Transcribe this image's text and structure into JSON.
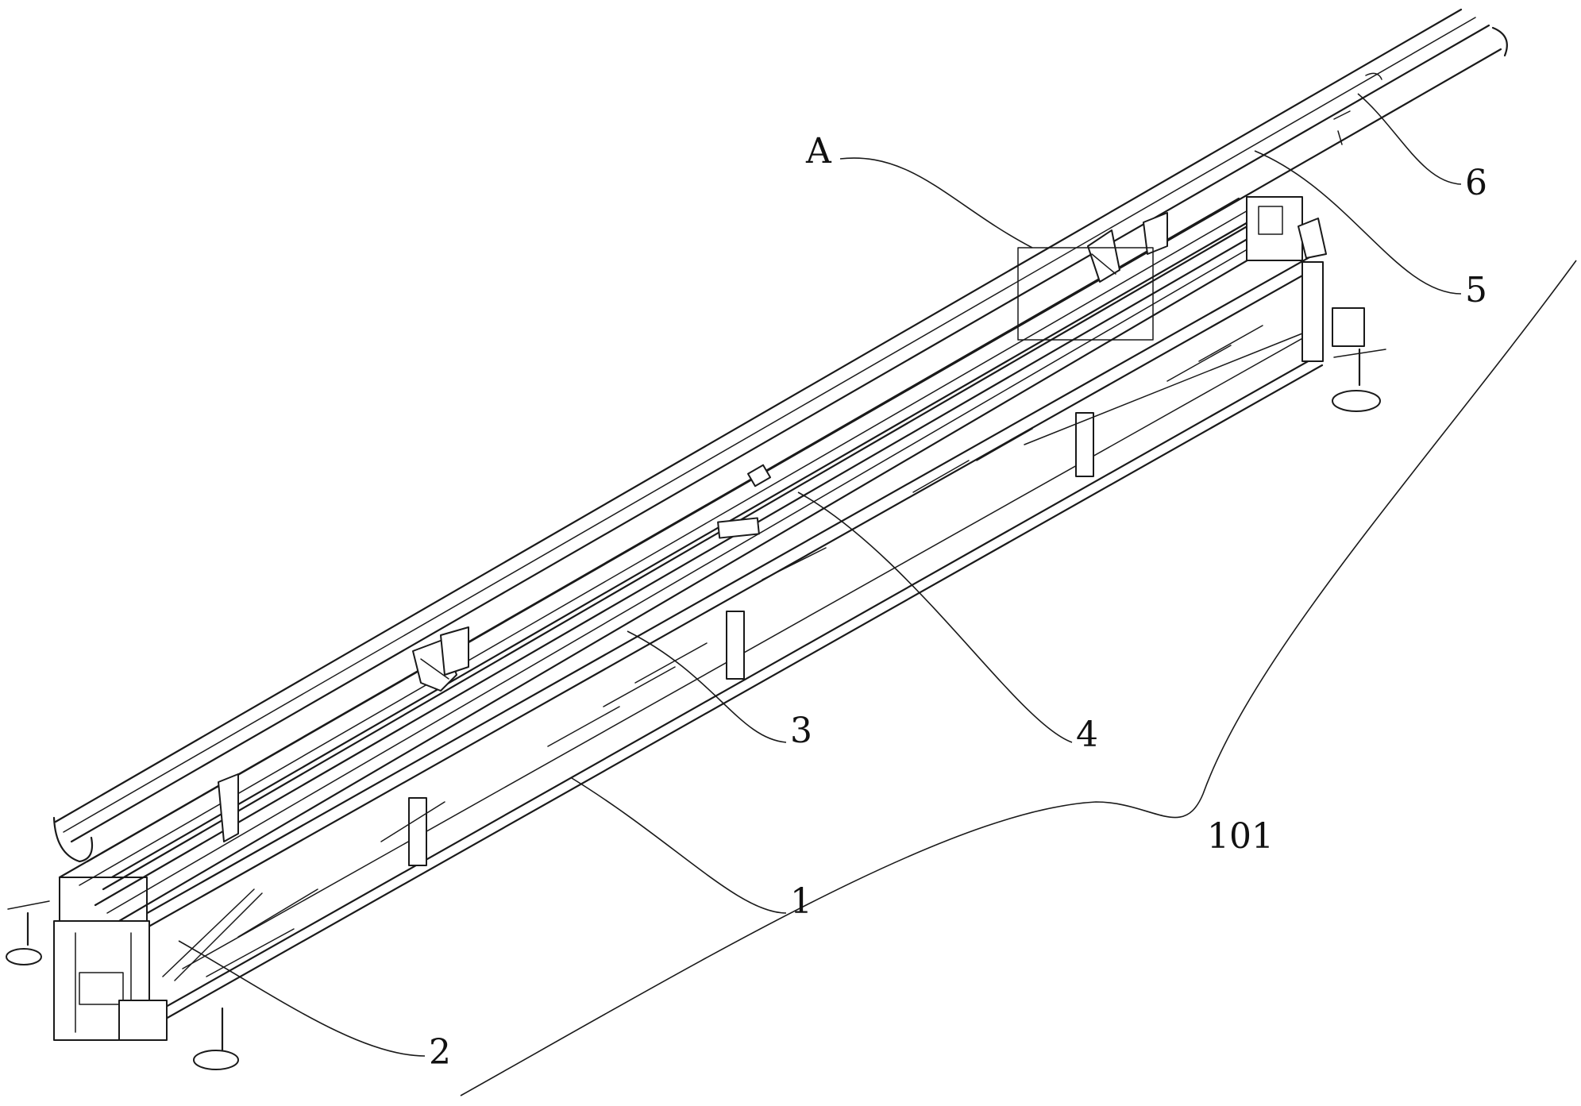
{
  "labels": {
    "detail_a": "A",
    "part_1": "1",
    "part_2": "2",
    "part_3": "3",
    "part_4": "4",
    "part_5": "5",
    "part_6": "6",
    "assembly_101": "101"
  },
  "colors": {
    "line": "#1a1a1a",
    "background": "#ffffff"
  }
}
